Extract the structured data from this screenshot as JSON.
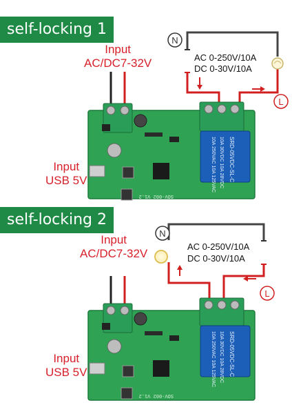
{
  "diagrams": [
    {
      "title": "self-locking 1",
      "input_dc": [
        "Input",
        "AC/DC7-32V"
      ],
      "input_usb": [
        "Input",
        "USB 5V"
      ],
      "spec_ac": "AC 0-250V/10A",
      "spec_dc": "DC 0-30V/10A",
      "neutral_symbol": "N",
      "live_symbol": "L"
    },
    {
      "title": "self-locking 2",
      "input_dc": [
        "Input",
        "AC/DC7-32V"
      ],
      "input_usb": [
        "Input",
        "USB 5V"
      ],
      "spec_ac": "AC 0-250V/10A",
      "spec_dc": "DC 0-30V/10A",
      "neutral_symbol": "N",
      "live_symbol": "L"
    }
  ],
  "relay_text": [
    "10A 250VAC 10A 125VAC",
    "10A 30VDC 10A 28VDC",
    "SRD-05VDC-SL-C"
  ],
  "board_marking": "SOV-002 V1.2",
  "colors": {
    "banner": "#1f8a45",
    "label_red": "#d8202b",
    "pcb": "#2fa353",
    "relay": "#1c5fb8",
    "terminal": "#2a9e58",
    "wire_black": "#222222",
    "wire_red": "#d11f1f"
  }
}
